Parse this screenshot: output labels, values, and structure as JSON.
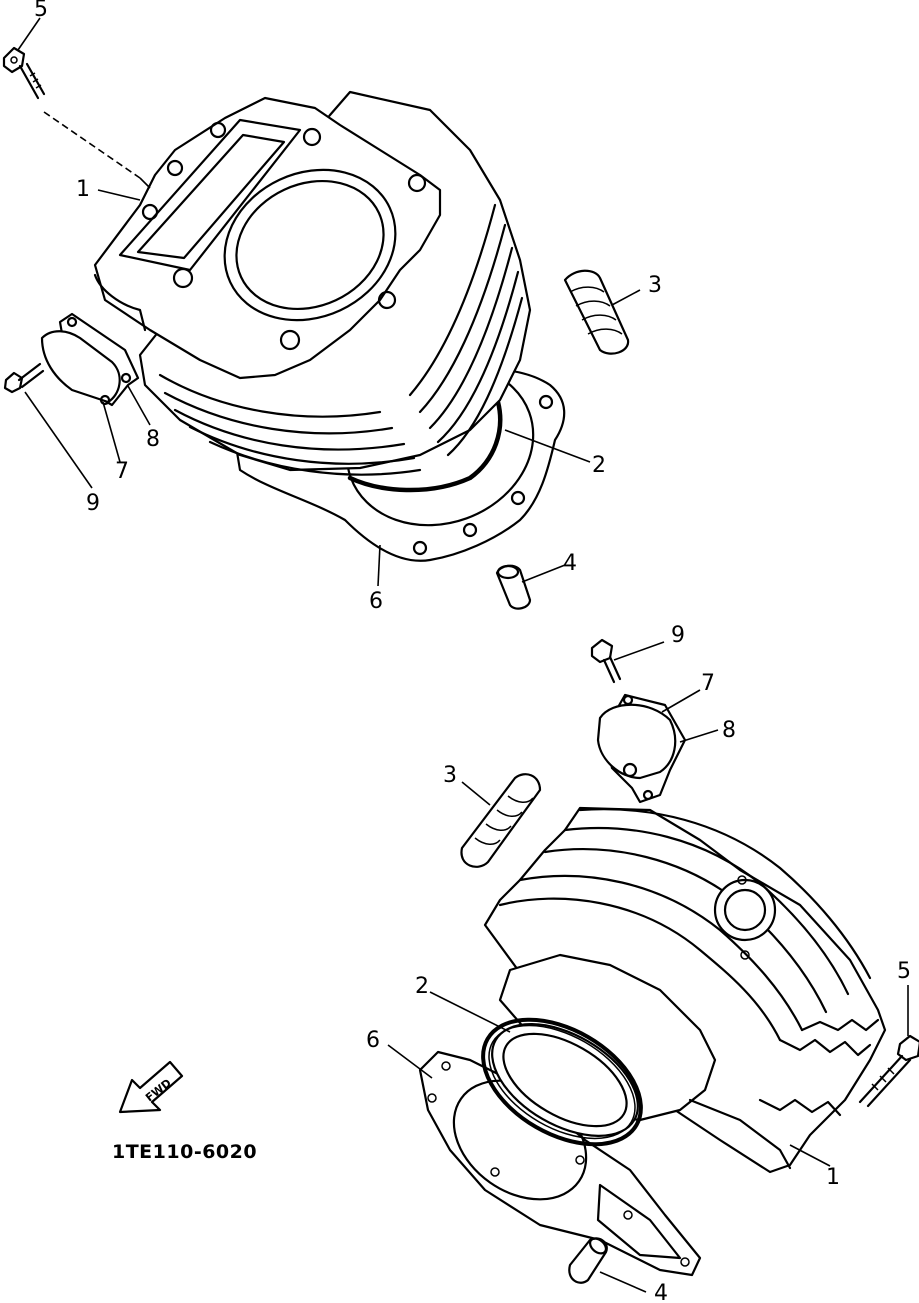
{
  "diagram_code": "1TE110-6020",
  "fwd_label": "FWD",
  "callouts": {
    "top": {
      "n1": "1",
      "n2": "2",
      "n3": "3",
      "n4": "4",
      "n5": "5",
      "n6": "6",
      "n7": "7",
      "n8": "8",
      "n9": "9"
    },
    "bottom": {
      "n1": "1",
      "n2": "2",
      "n3": "3",
      "n4": "4",
      "n5": "5",
      "n6": "6",
      "n7": "7",
      "n8": "8",
      "n9": "9"
    }
  }
}
